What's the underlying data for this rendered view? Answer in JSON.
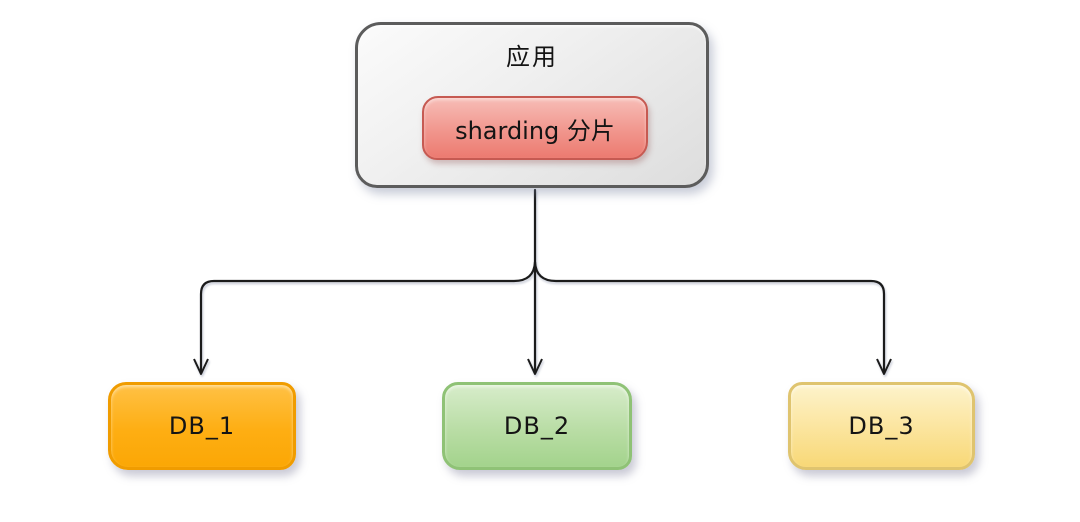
{
  "diagram": {
    "app_node": {
      "label": "应用",
      "fill": "#ECECEC",
      "border": "#5C5C5C"
    },
    "sharding_node": {
      "label": "sharding 分片",
      "fill": "#EF8078",
      "border": "#C65A52"
    },
    "db_nodes": [
      {
        "label": "DB_1",
        "fill": "#FDAD17",
        "border": "#F09C00"
      },
      {
        "label": "DB_2",
        "fill": "#B7DCA3",
        "border": "#8FC276"
      },
      {
        "label": "DB_3",
        "fill": "#FBE292",
        "border": "#DFC46F"
      }
    ],
    "edges": [
      {
        "from": "应用",
        "to": "DB_1"
      },
      {
        "from": "应用",
        "to": "DB_2"
      },
      {
        "from": "应用",
        "to": "DB_3"
      }
    ],
    "connector_color": "#1B1B1B",
    "background_color": "#FFFFFF"
  }
}
